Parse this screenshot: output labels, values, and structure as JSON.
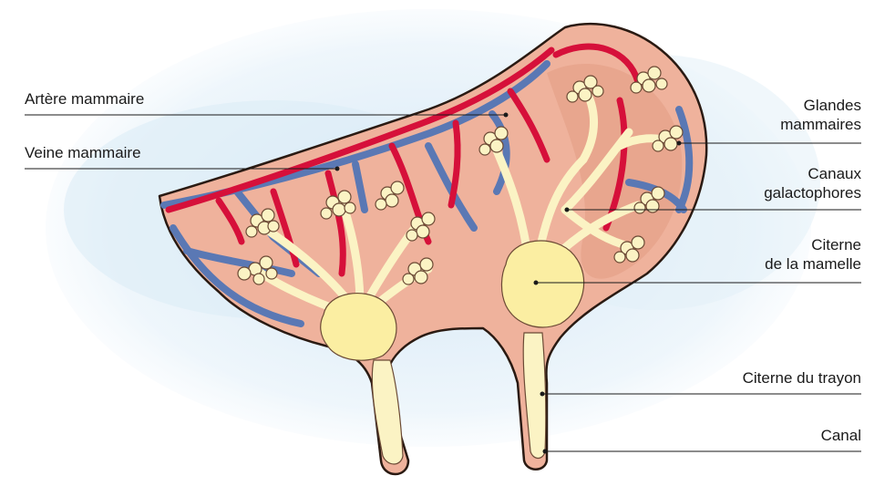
{
  "labels": {
    "artere": "Artère mammaire",
    "veine": "Veine mammaire",
    "glandes_1": "Glandes",
    "glandes_2": "mammaires",
    "canaux_1": "Canaux",
    "canaux_2": "galactophores",
    "citerne_mamelle_1": "Citerne",
    "citerne_mamelle_2": "de la mamelle",
    "citerne_trayon": "Citerne du trayon",
    "canal": "Canal"
  },
  "colors": {
    "background_wash": "#d7e9f6",
    "tissue": "#efb29c",
    "tissue_dark": "#e39f86",
    "outline": "#2a1a12",
    "artery": "#d6103a",
    "vein": "#5a78b4",
    "milk": "#fbf3c4",
    "cistern": "#fbeea2",
    "leader": "#1a1a1a"
  }
}
